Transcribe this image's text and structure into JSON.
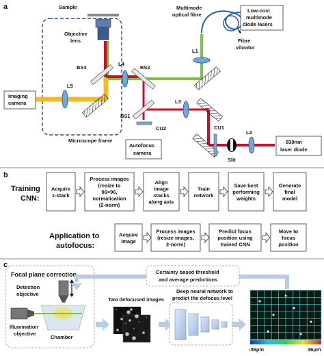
{
  "panels": [
    {
      "letter": "a"
    },
    {
      "letter": "b"
    },
    {
      "letter": "c"
    }
  ],
  "panel_a": {
    "sample": "Sample",
    "objective_lens": [
      "Objective",
      "lens"
    ],
    "multimode_fibre": [
      "Multimode",
      "optical fibre"
    ],
    "lasers": [
      "Low-cost",
      "multimode",
      "diode lasers"
    ],
    "fibre_vibrator": [
      "Fibre",
      "vibrator"
    ],
    "bs3": "BS3",
    "l4": "L4",
    "bs2": "BS2",
    "l1": "L1",
    "imaging_camera": [
      "Imaging",
      "camera"
    ],
    "l5": "L5",
    "microscope_frame": "Microscope frame",
    "l3": "L3",
    "bs1": "BS1",
    "cu2": "CU2",
    "cu1": "CU1",
    "l2": "L2",
    "autofocus_camera": [
      "Autofocus",
      "camera"
    ],
    "slit": "Slit",
    "laser_diode": [
      "830nm",
      "laser diode"
    ]
  },
  "panel_b": {
    "training_label": [
      "Training",
      "CNN:"
    ],
    "training_steps": [
      [
        "Acquire",
        "z-stack"
      ],
      [
        "Process images",
        "(resize to",
        "96×96,",
        "normalisation",
        "(2-norm)"
      ],
      [
        "Align",
        "image",
        "stacks",
        "along axis"
      ],
      [
        "Train",
        "network"
      ],
      [
        "Save best",
        "performing",
        "weights"
      ],
      [
        "Generate",
        "final",
        "model"
      ]
    ],
    "application_label": [
      "Application to",
      "autofocus:"
    ],
    "application_steps": [
      [
        "Acquire",
        "image"
      ],
      [
        "Process images",
        "(resize images,",
        "2-norm)"
      ],
      [
        "Predict focus",
        "position using",
        "trained CNN"
      ],
      [
        "Move to",
        "focus",
        "position"
      ]
    ]
  },
  "panel_c": {
    "focal_plane_title": "Focal plane correction",
    "detection_objective": [
      "Detection",
      "objective"
    ],
    "illumination_objective": [
      "Illumination",
      "objective"
    ],
    "chamber": "Chamber",
    "certainty_text": [
      "Certainty based threshold",
      "and average predictions"
    ],
    "two_images": "Two defocused images",
    "deep_net": [
      "Deep neural network to",
      "predict the defocus level"
    ],
    "scale_min": "-36μm",
    "scale_max": "36μm"
  },
  "colors": {
    "laser_red": "#c8102e",
    "green_beam": "#7dc242",
    "yellow_beam": "#f2b92b",
    "fibre_blue": "#1f5fa8",
    "lens_blue": "#6fa8dc",
    "grid_cyan": "#49e0e0",
    "flow_arrow": "#b8cce4"
  }
}
